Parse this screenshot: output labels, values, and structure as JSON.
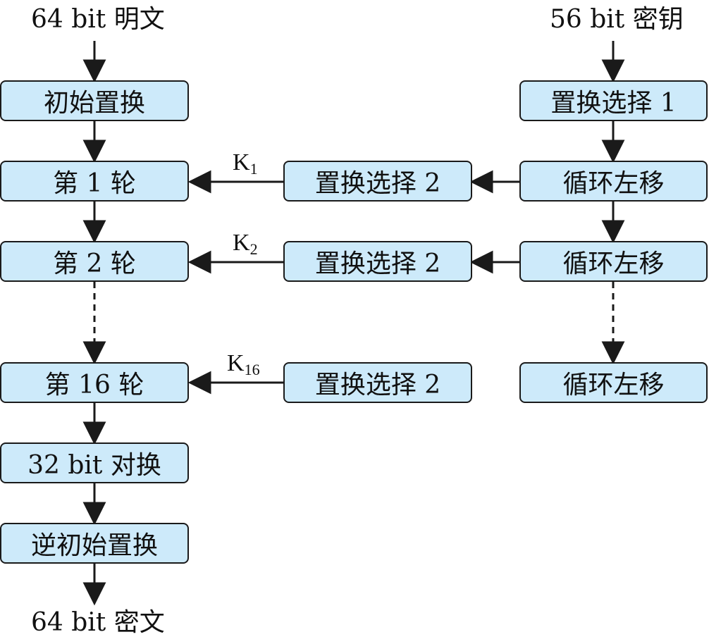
{
  "inputs": {
    "plaintext": "64 bit 明文",
    "key": "56 bit 密钥"
  },
  "output": {
    "ciphertext": "64 bit 密文"
  },
  "left_column": {
    "initial_permutation": "初始置换",
    "round_1": "第 1 轮",
    "round_2": "第 2 轮",
    "round_16": "第 16 轮",
    "swap": "32 bit 对换",
    "inverse_permutation": "逆初始置换"
  },
  "middle_column": {
    "pc2_1": "置换选择 2",
    "pc2_2": "置换选择 2",
    "pc2_16": "置换选择 2"
  },
  "right_column": {
    "pc1": "置换选择 1",
    "shift_1": "循环左移",
    "shift_2": "循环左移",
    "shift_16": "循环左移"
  },
  "subkeys": {
    "k1": {
      "base": "K",
      "sub": "1"
    },
    "k2": {
      "base": "K",
      "sub": "2"
    },
    "k16": {
      "base": "K",
      "sub": "16"
    }
  },
  "colors": {
    "box_fill": "#cdeafa",
    "stroke": "#1a1a1a"
  }
}
